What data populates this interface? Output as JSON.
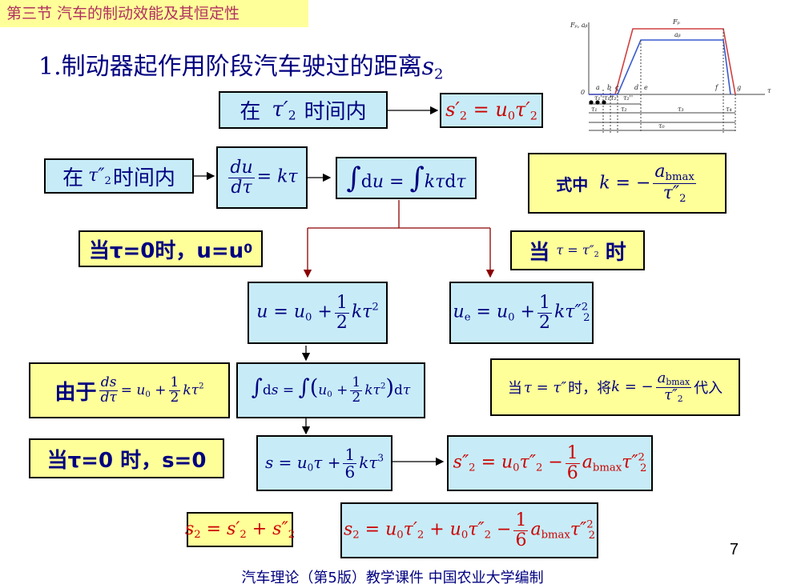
{
  "header": {
    "section": "第三节   汽车的制动效能及其恒定性"
  },
  "title": {
    "number": "1.",
    "text": "制动器起作用阶段汽车驶过的距离",
    "symbol": "s",
    "symbol_sub": "2"
  },
  "boxes": {
    "b1_pre": "在",
    "b1_post": "时间内",
    "b2_pre": "在",
    "b2_post": "时间内",
    "coef_prefix": "式中",
    "cond1": "当τ=0时，u=u",
    "cond1_sub": "0",
    "cond2_pre": "当",
    "cond2_post": "时",
    "due_to": "由于",
    "cond3": "当τ=0 时，s=0",
    "subst_pre": "当",
    "subst_mid": "时，将",
    "subst_post": "代入"
  },
  "diagram_labels": {
    "y_axis": "Fₚ, aᵦ",
    "fp": "Fₚ",
    "ab": "aᵦ",
    "points": [
      "0",
      "a",
      "b",
      "c",
      "d",
      "e",
      "f",
      "g"
    ],
    "x_axis": "τ",
    "spans": [
      "τ₁",
      "τ₂",
      "τ₃",
      "τ₄",
      "τ₀"
    ],
    "marks": [
      "τ₁'",
      "τ₁''",
      "τ₂'",
      "τ₂''"
    ]
  },
  "page_number": "7",
  "footer": "汽车理论（第5版）教学课件   中国农业大学编制"
}
